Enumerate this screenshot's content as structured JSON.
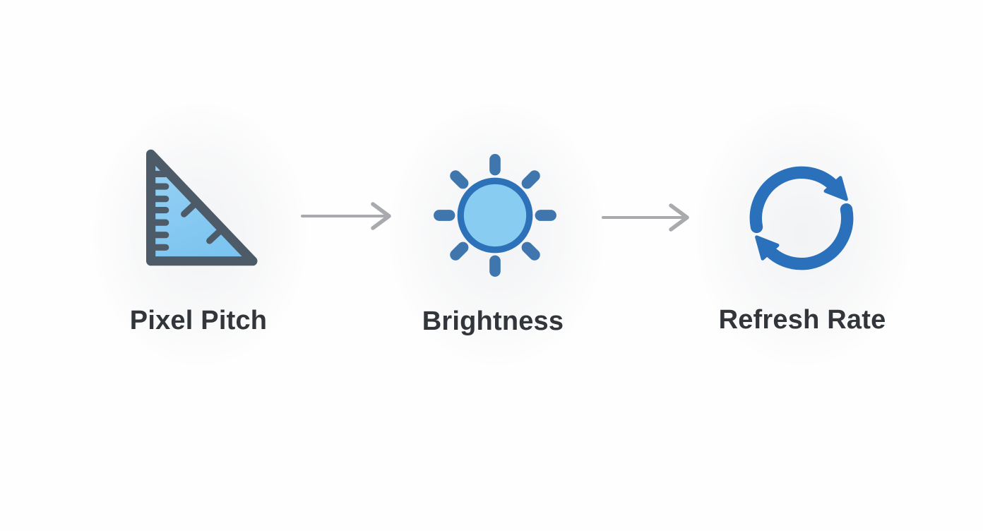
{
  "diagram": {
    "type": "horizontal-flow",
    "steps": [
      {
        "id": "pixel-pitch",
        "label": "Pixel Pitch",
        "icon": "ruler-triangle-icon"
      },
      {
        "id": "brightness",
        "label": "Brightness",
        "icon": "sun-icon"
      },
      {
        "id": "refresh-rate",
        "label": "Refresh Rate",
        "icon": "refresh-cycle-icon"
      }
    ],
    "connectors": [
      {
        "from": "pixel-pitch",
        "to": "brightness",
        "style": "gray-arrow-right"
      },
      {
        "from": "brightness",
        "to": "refresh-rate",
        "style": "gray-arrow-right"
      }
    ],
    "colors": {
      "background": "#FEFEFE",
      "triangle_fill": "#7EC7F1",
      "triangle_fill_light": "#9AD1F4",
      "triangle_stroke": "#4D5B69",
      "sun_fill": "#88CCF2",
      "sun_ring": "#2D72B9",
      "sun_rays": "#3E76AD",
      "refresh_blue": "#2B70BA",
      "connector_gray": "#A8AAAD",
      "label_text": "#32353A"
    }
  }
}
